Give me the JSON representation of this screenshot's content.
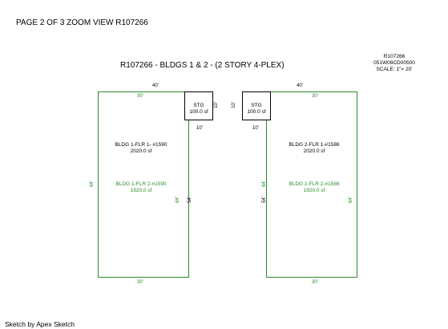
{
  "header": "PAGE 2 OF 3 ZOOM VIEW R107266",
  "title": "R107266 - BLDGS 1 & 2 - (2 STORY 4-PLEX)",
  "meta": {
    "line1": "R107266",
    "line2": "051W08CD00500",
    "line3": "SCALE: 1\"= 20'"
  },
  "left": {
    "top_total": "40'",
    "top_floor": "30'",
    "bottom": "30'",
    "side_left": "64'",
    "side_right": "64'",
    "side_mid": "54'",
    "stg_top": "10'",
    "stg_bottom": "10'",
    "stg_name": "STG",
    "stg_area": "100.0 sf",
    "flr1_name": "BLDG 1-FLR 1- #1590",
    "flr1_area": "2020.0 sf",
    "flr2_name": "BLDG 1-FLR 2-#1590",
    "flr2_area": "1920.0 sf"
  },
  "right": {
    "top_total": "40'",
    "top_floor": "30'",
    "bottom": "30'",
    "side_left": "64'",
    "side_right": "64'",
    "side_mid": "54'",
    "stg_top": "10'",
    "stg_bottom": "10'",
    "stg_name": "STG",
    "stg_area": "100.0 sf",
    "flr1_name": "BLDG 2-FLR 1-#1586",
    "flr1_area": "2020.0 sf",
    "flr2_name": "BLDG 2-FLR 2-#1586",
    "flr2_area": "1920.0 sf"
  },
  "footer": "Sketch by Apex Sketch",
  "colors": {
    "floor_outline": "#2a8a2a",
    "storage_outline": "#000000"
  }
}
